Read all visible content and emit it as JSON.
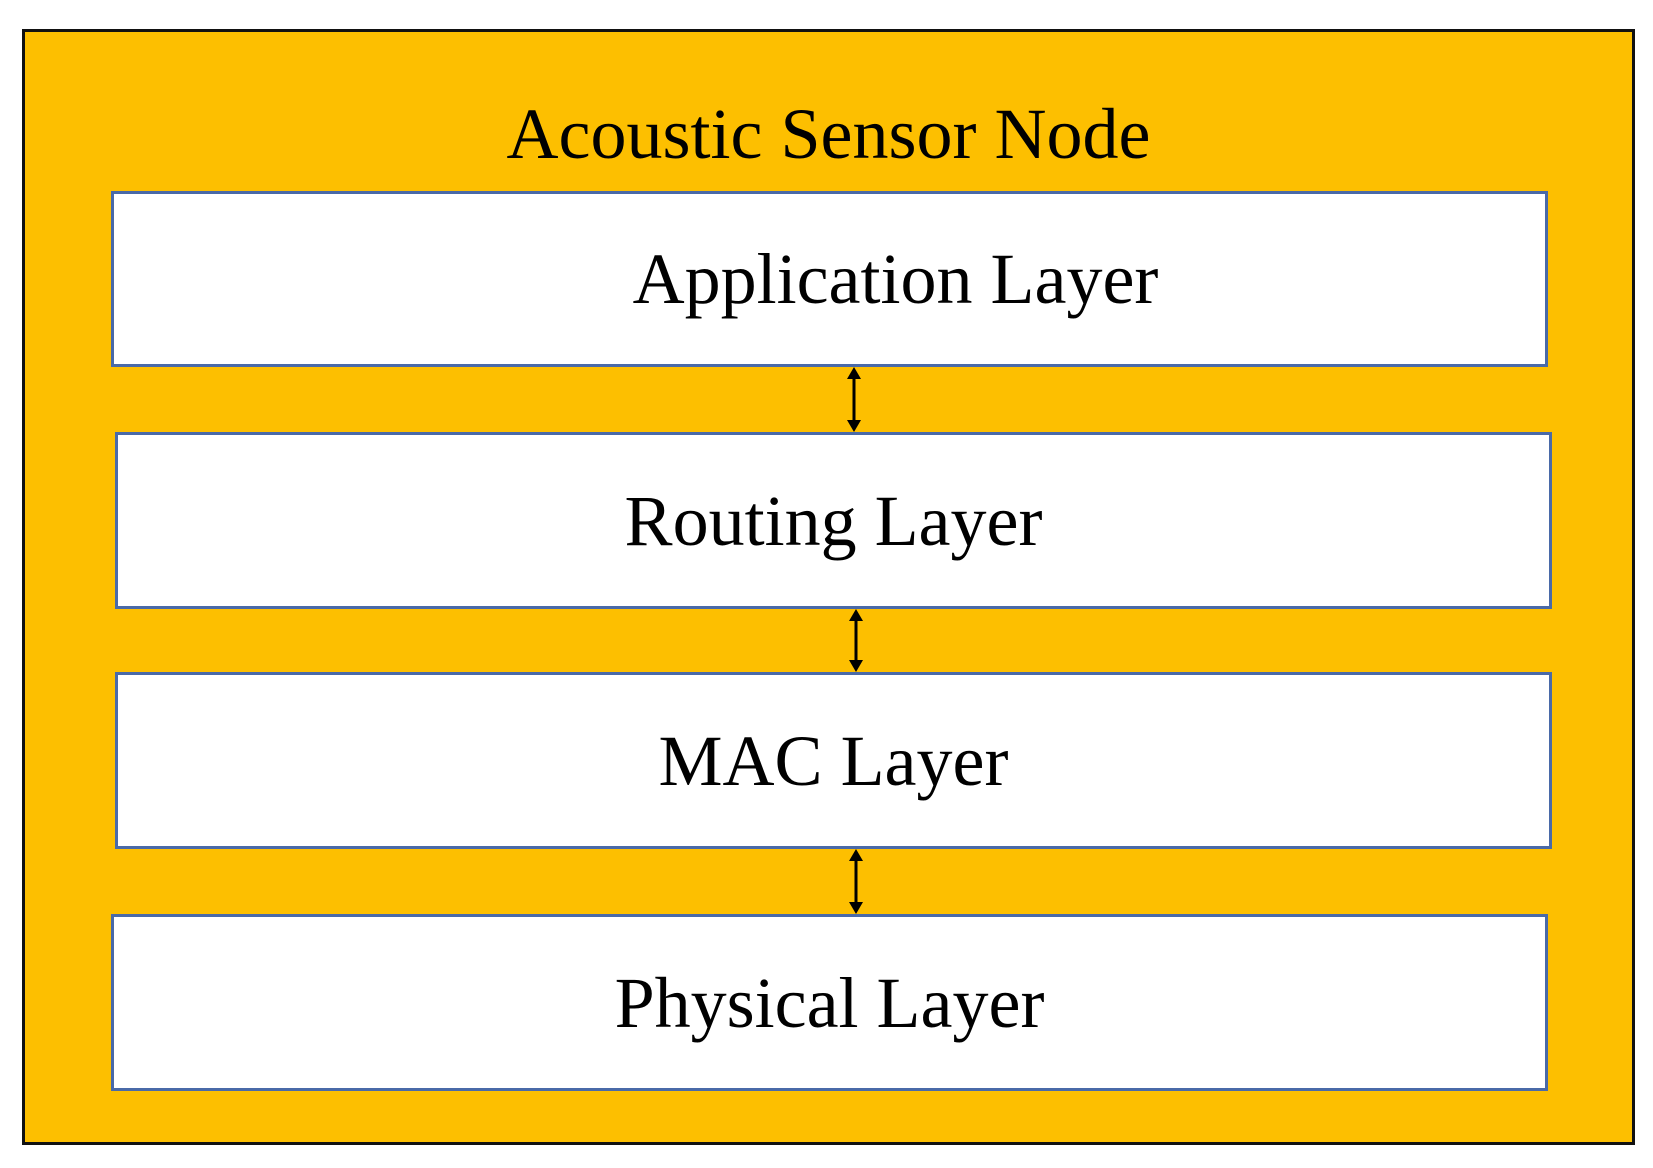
{
  "diagram": {
    "title": "Acoustic Sensor Node",
    "layers": [
      {
        "label": "Application Layer"
      },
      {
        "label": "Routing Layer"
      },
      {
        "label": "MAC Layer"
      },
      {
        "label": "Physical Layer"
      }
    ],
    "connections": [
      {
        "from": "Application Layer",
        "to": "Routing Layer",
        "direction": "bidirectional"
      },
      {
        "from": "Routing Layer",
        "to": "MAC Layer",
        "direction": "bidirectional"
      },
      {
        "from": "MAC Layer",
        "to": "Physical Layer",
        "direction": "bidirectional"
      }
    ]
  },
  "colors": {
    "node_fill": "#fdbf00",
    "layer_fill": "#ffffff",
    "layer_border": "#4a6aa8",
    "node_border": "#111111",
    "arrow": "#000000",
    "text": "#000000"
  }
}
